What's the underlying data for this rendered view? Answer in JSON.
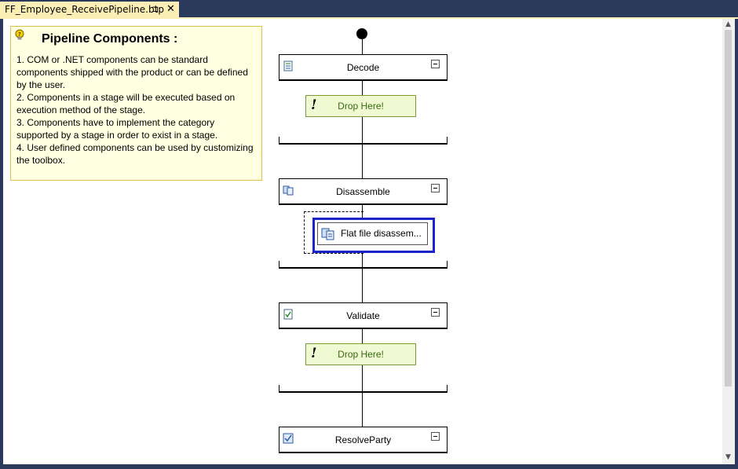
{
  "tab": {
    "title": "FF_Employee_ReceivePipeline.btp",
    "pin": "⊐",
    "close": "✕"
  },
  "note": {
    "title": "Pipeline Components :",
    "items": [
      "1. COM or .NET components can be standard components shipped with the product or can be defined by the user.",
      "2. Components in a stage will be executed based on execution method of the stage.",
      "3. Components have to implement the category supported by a stage in order to exist in a stage.",
      "4. User defined components can be used by customizing the toolbox."
    ]
  },
  "stages": [
    {
      "name": "Decode",
      "icon": "decode-icon"
    },
    {
      "name": "Disassemble",
      "icon": "disassemble-icon"
    },
    {
      "name": "Validate",
      "icon": "validate-icon"
    },
    {
      "name": "ResolveParty",
      "icon": "resolveparty-icon"
    }
  ],
  "drop_label": "Drop Here!",
  "drop_icon": "!",
  "component": {
    "label": "Flat file disassem...",
    "icon": "flat-file-disassembler-icon"
  },
  "colors": {
    "selection_border": "#1a24c8",
    "note_background": "#ffffe1",
    "drop_background": "#f0fad2",
    "tab_accent": "#fcefb6",
    "window_frame": "#2b3a5c"
  }
}
